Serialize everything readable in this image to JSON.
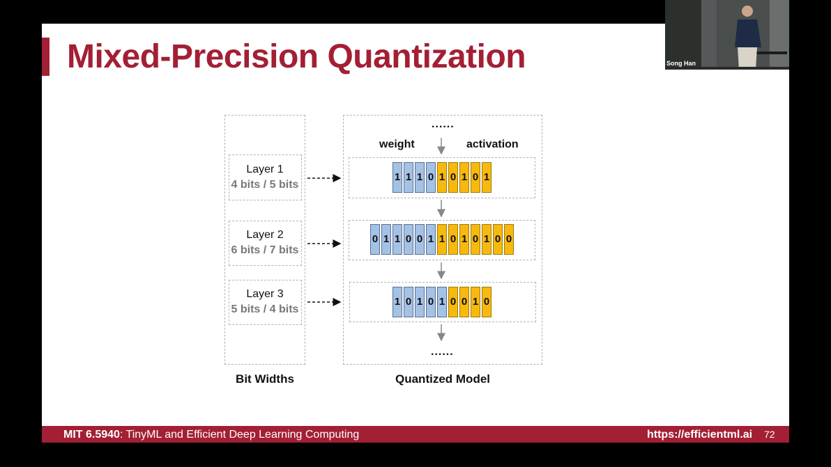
{
  "slide": {
    "title": "Mixed-Precision Quantization",
    "left_caption": "Bit Widths",
    "right_caption": "Quantized Model",
    "weight_label": "weight",
    "activation_label": "activation",
    "top_dots": "......",
    "bottom_dots": "......",
    "layers": [
      {
        "name": "Layer 1",
        "bits": "4 bits / 5 bits",
        "weight_bits": "1110",
        "activation_bits": "10101"
      },
      {
        "name": "Layer 2",
        "bits": "6 bits / 7 bits",
        "weight_bits": "011001",
        "activation_bits": "1010100"
      },
      {
        "name": "Layer 3",
        "bits": "5 bits / 4 bits",
        "weight_bits": "10101",
        "activation_bits": "0010"
      }
    ]
  },
  "colors": {
    "accent": "#a31f34",
    "weight_cell": "#a4c2e6",
    "activation_cell": "#f7b90d"
  },
  "footer": {
    "course_code": "MIT 6.5940",
    "course_name": ": TinyML and Efficient Deep Learning Computing",
    "url": "https://efficientml.ai",
    "page_number": "72"
  },
  "webcam": {
    "speaker_name": "Song Han"
  }
}
